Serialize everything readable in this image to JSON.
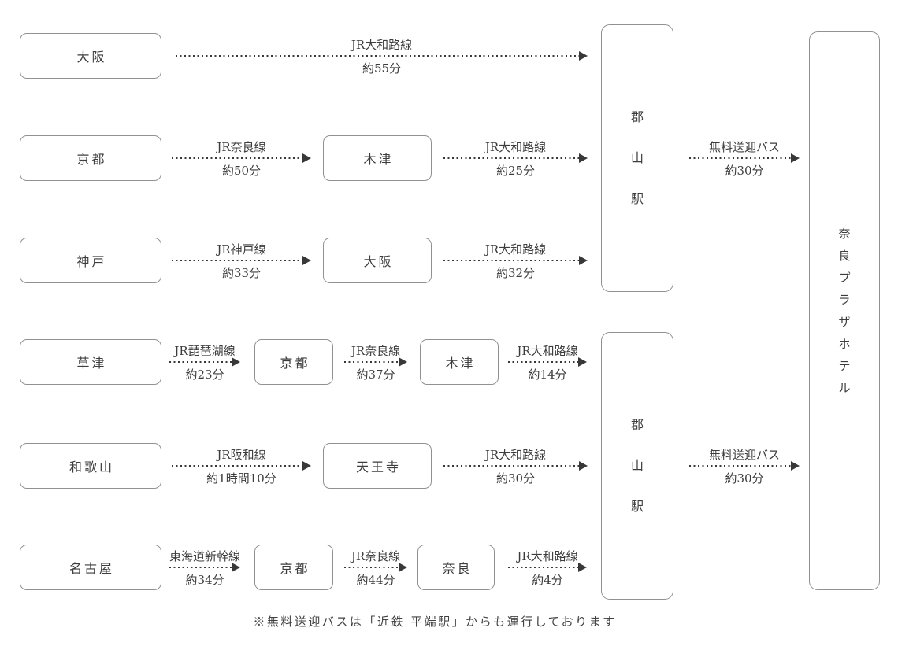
{
  "colors": {
    "background": "#ffffff",
    "box_border": "#919191",
    "text": "#3d3d3d",
    "arrow": "#383838"
  },
  "stations": {
    "koriyama": "郡山駅",
    "hotel": "奈良プラザホテル"
  },
  "bus": {
    "line": "無料送迎バス",
    "duration": "約30分"
  },
  "rows": [
    {
      "origin": "大阪",
      "stops": [],
      "segments": [
        {
          "line": "JR大和路線",
          "duration": "約55分"
        }
      ]
    },
    {
      "origin": "京都",
      "stops": [
        "木津"
      ],
      "segments": [
        {
          "line": "JR奈良線",
          "duration": "約50分"
        },
        {
          "line": "JR大和路線",
          "duration": "約25分"
        }
      ]
    },
    {
      "origin": "神戸",
      "stops": [
        "大阪"
      ],
      "segments": [
        {
          "line": "JR神戸線",
          "duration": "約33分"
        },
        {
          "line": "JR大和路線",
          "duration": "約32分"
        }
      ]
    },
    {
      "origin": "草津",
      "stops": [
        "京都",
        "木津"
      ],
      "segments": [
        {
          "line": "JR琵琶湖線",
          "duration": "約23分"
        },
        {
          "line": "JR奈良線",
          "duration": "約37分"
        },
        {
          "line": "JR大和路線",
          "duration": "約14分"
        }
      ]
    },
    {
      "origin": "和歌山",
      "stops": [
        "天王寺"
      ],
      "segments": [
        {
          "line": "JR阪和線",
          "duration": "約1時間10分"
        },
        {
          "line": "JR大和路線",
          "duration": "約30分"
        }
      ]
    },
    {
      "origin": "名古屋",
      "stops": [
        "京都",
        "奈良"
      ],
      "segments": [
        {
          "line": "東海道新幹線",
          "duration": "約34分"
        },
        {
          "line": "JR奈良線",
          "duration": "約44分"
        },
        {
          "line": "JR大和路線",
          "duration": "約4分"
        }
      ]
    }
  ],
  "footnote": "※無料送迎バスは「近鉄 平端駅」からも運行しております"
}
